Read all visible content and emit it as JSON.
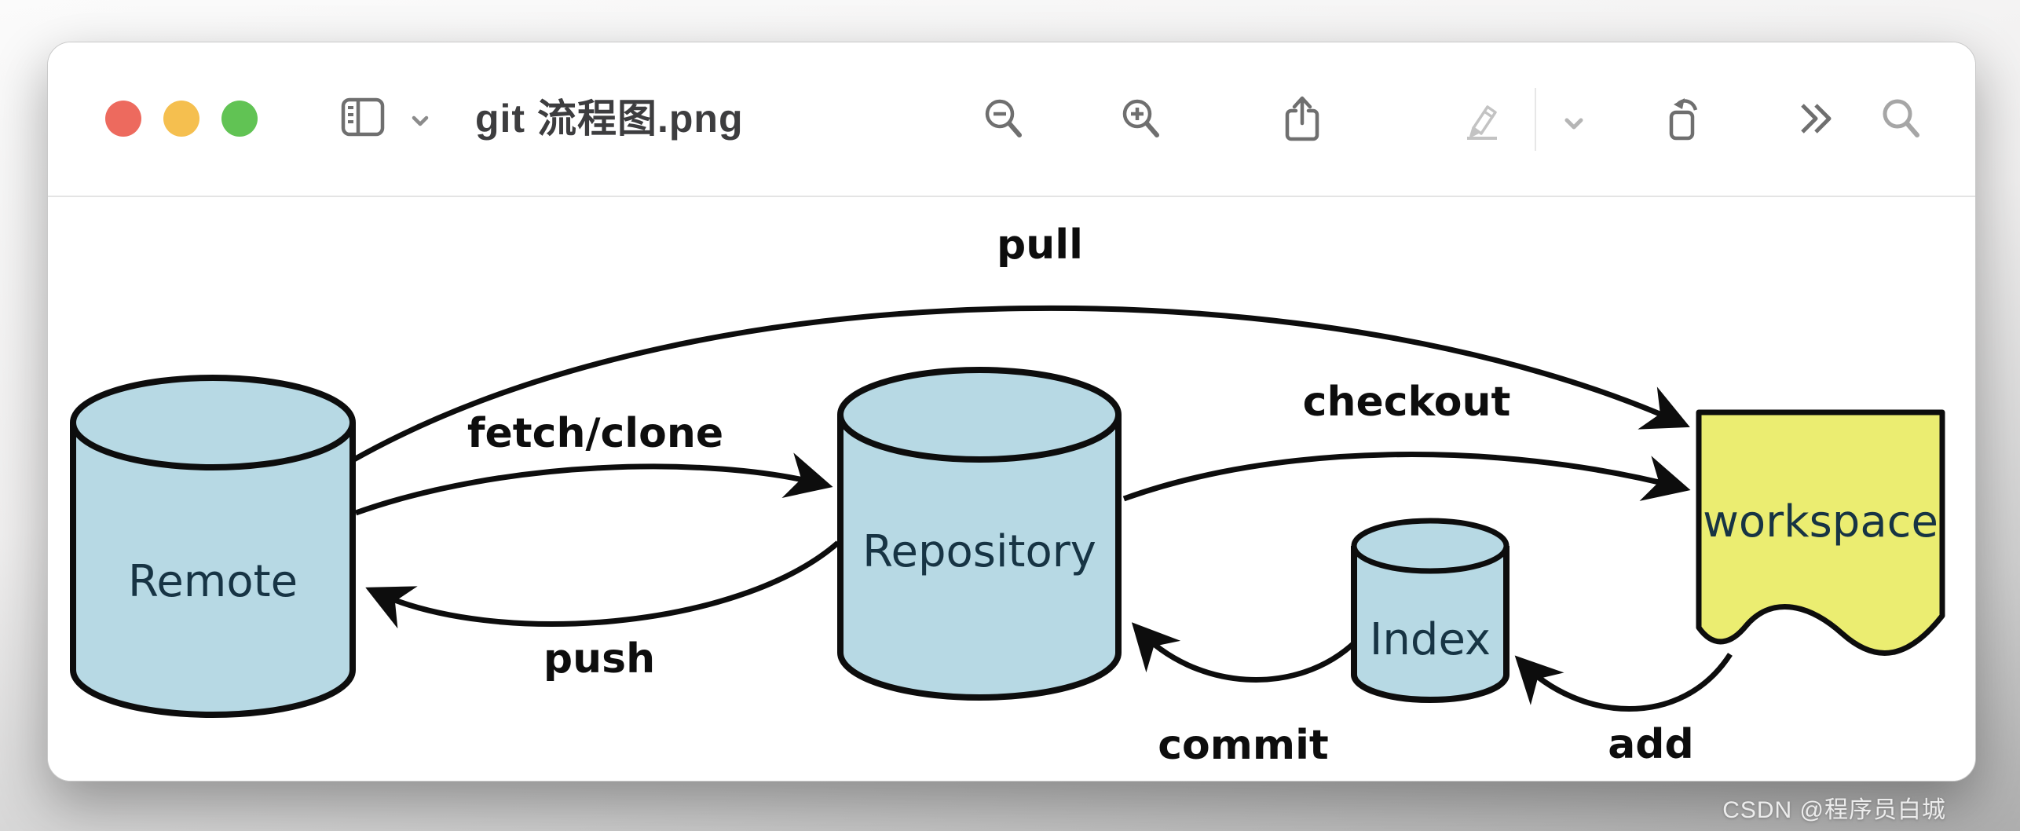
{
  "window": {
    "title": "git 流程图.png",
    "controls": [
      {
        "name": "close",
        "color": "#ed6a5e"
      },
      {
        "name": "minimize",
        "color": "#f5bf4f"
      },
      {
        "name": "zoom",
        "color": "#61c354"
      }
    ],
    "toolbar": {
      "icons": [
        "sidebar",
        "chevron-down",
        "zoom-out",
        "zoom-in",
        "share",
        "markup-pencil",
        "chevron-down-small",
        "rotate-left",
        "more-chevrons",
        "search"
      ],
      "disabled_icons": [
        "markup-pencil",
        "chevron-down-small",
        "search"
      ]
    }
  },
  "diagram": {
    "nodes": [
      {
        "id": "remote",
        "label": "Remote",
        "shape": "cylinder",
        "fill": "#b7d9e4"
      },
      {
        "id": "repository",
        "label": "Repository",
        "shape": "cylinder",
        "fill": "#b7d9e4"
      },
      {
        "id": "index",
        "label": "Index",
        "shape": "cylinder",
        "fill": "#b7d9e4"
      },
      {
        "id": "workspace",
        "label": "workspace",
        "shape": "flag",
        "fill": "#ebed71"
      }
    ],
    "edges": [
      {
        "label": "pull",
        "from": "remote",
        "to": "workspace"
      },
      {
        "label": "fetch/clone",
        "from": "remote",
        "to": "repository"
      },
      {
        "label": "push",
        "from": "repository",
        "to": "remote"
      },
      {
        "label": "checkout",
        "from": "repository",
        "to": "workspace"
      },
      {
        "label": "commit",
        "from": "index",
        "to": "repository"
      },
      {
        "label": "add",
        "from": "workspace",
        "to": "index"
      }
    ],
    "colors": {
      "stroke": "#0d0d0d",
      "node_label": "#173444",
      "edge_label": "#0d0d0d"
    }
  },
  "watermark": "CSDN @程序员白城"
}
